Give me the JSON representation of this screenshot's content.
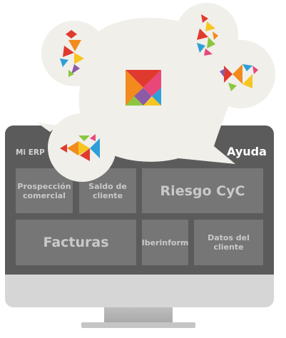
{
  "app_label": "Mi ERP",
  "help_label": "Ayuda",
  "tiles": {
    "prospeccion": "Prospección comercial",
    "saldo": "Saldo de cliente",
    "riesgo": "Riesgo CyC",
    "facturas": "Facturas",
    "iberinform": "Iberinform",
    "datos": "Datos del cliente"
  },
  "colors": {
    "screen": "#5b5b5b",
    "tile": "#767676",
    "bubble": "#f0efea",
    "red": "#e03a2f",
    "orange": "#f28a1e",
    "yellow": "#f7c520",
    "green": "#8cc63f",
    "blue": "#2e9fd9",
    "purple": "#8d5ba6",
    "pink": "#e9467a"
  }
}
